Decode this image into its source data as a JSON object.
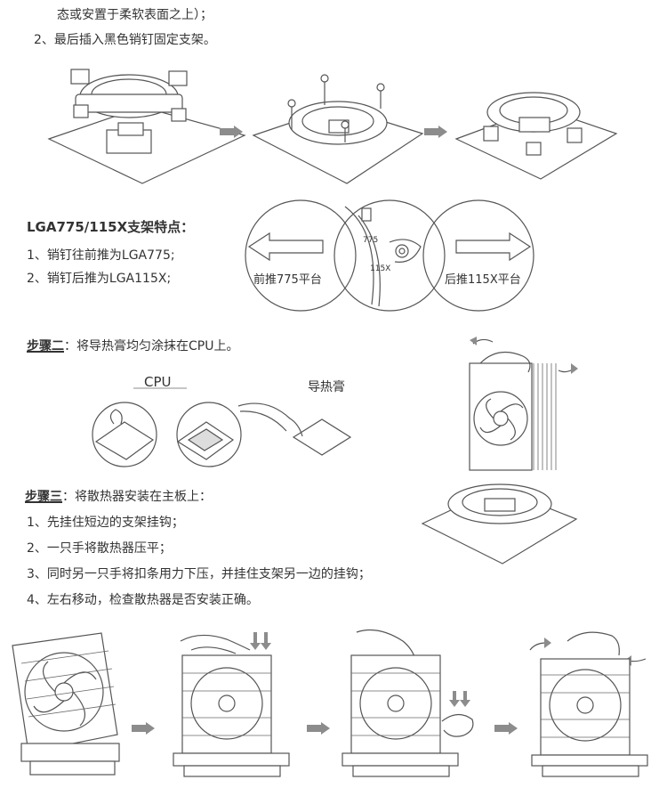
{
  "top": {
    "line1": "态或安置于柔软表面之上）；",
    "line2": "2、最后插入黑色销钉固定支架。"
  },
  "lga": {
    "title": "LGA775/115X支架特点：",
    "item1": "1、销钉往前推为LGA775;",
    "item2": "2、销钉后推为LGA115X;",
    "left_label": "前推775平台",
    "right_label": "后推115X平台",
    "mark_775": "775",
    "mark_115x": "115X"
  },
  "step2": {
    "label": "步骤二",
    "text": "：将导热膏均匀涂抹在CPU上。",
    "cpu_label": "CPU",
    "paste_label": "导热膏"
  },
  "step3": {
    "label": "步骤三",
    "text": "：将散热器安装在主板上：",
    "item1": "1、先挂住短边的支架挂钩；",
    "item2": "2、一只手将散热器压平；",
    "item3": "3、同时另一只手将扣条用力下压，并挂住支架另一边的挂钩；",
    "item4": "4、左右移动，检查散热器是否安装正确。"
  }
}
